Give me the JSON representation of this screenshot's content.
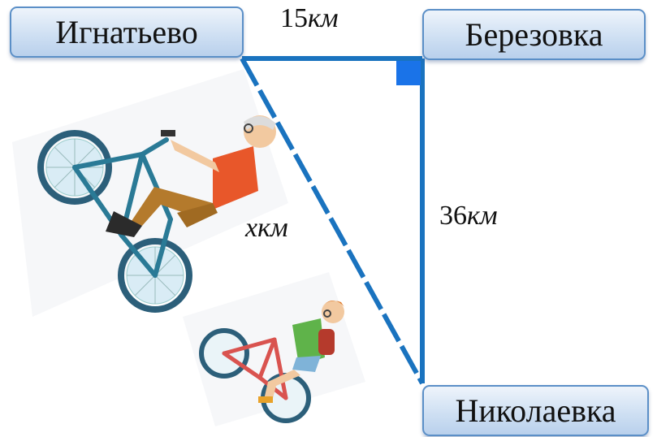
{
  "towns": {
    "top_left": "Игнатьево",
    "top_right": "Березовка",
    "bottom_right": "Николаевка"
  },
  "distances": {
    "top": {
      "value": "15",
      "unit": "км"
    },
    "right": {
      "value": "36",
      "unit": "км"
    },
    "hypotenuse": {
      "value": "x",
      "unit": "км"
    }
  },
  "colors": {
    "triangle": "#1a73bf",
    "right_angle_marker": "#1a73e8",
    "label_border": "#5b8fc7"
  },
  "figures": [
    "elderly-cyclist",
    "boy-cyclist"
  ]
}
